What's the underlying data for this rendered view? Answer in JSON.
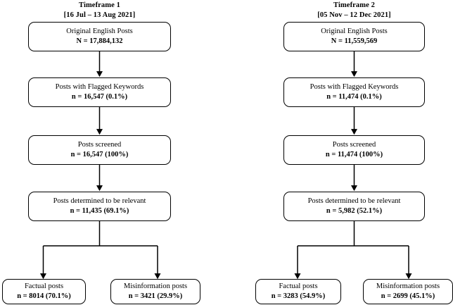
{
  "figure": {
    "type": "prisma-style-flowchart",
    "columns": [
      {
        "id": "timeframe-1",
        "header": {
          "title": "Timeframe 1",
          "daterange": "[16 Jul – 13 Aug 2021]"
        },
        "stack": [
          {
            "label": "Original English Posts",
            "count": "N = 17,884,132"
          },
          {
            "label": "Posts with Flagged Keywords",
            "count": "n = 16,547 (0.1%)"
          },
          {
            "label": "Posts screened",
            "count": "n = 16,547 (100%)"
          },
          {
            "label": "Posts determined to be relevant",
            "count": "n = 11,435 (69.1%)"
          }
        ],
        "leaves": [
          {
            "label": "Factual posts",
            "count": "n = 8014 (70.1%)"
          },
          {
            "label": "Misinformation posts",
            "count": "n = 3421 (29.9%)"
          }
        ]
      },
      {
        "id": "timeframe-2",
        "header": {
          "title": "Timeframe 2",
          "daterange": "[05 Nov – 12 Dec 2021]"
        },
        "stack": [
          {
            "label": "Original English Posts",
            "count": "N = 11,559,569"
          },
          {
            "label": "Posts with Flagged Keywords",
            "count": "n = 11,474 (0.1%)"
          },
          {
            "label": "Posts screened",
            "count": "n = 11,474 (100%)"
          },
          {
            "label": "Posts determined to be relevant",
            "count": "n = 5,982 (52.1%)"
          }
        ],
        "leaves": [
          {
            "label": "Factual posts",
            "count": "n = 3283 (54.9%)"
          },
          {
            "label": "Misinformation posts",
            "count": "n = 2699 (45.1%)"
          }
        ]
      }
    ],
    "style": {
      "stroke": "#000000",
      "background": "#ffffff",
      "box_fill": "#ffffff"
    }
  }
}
